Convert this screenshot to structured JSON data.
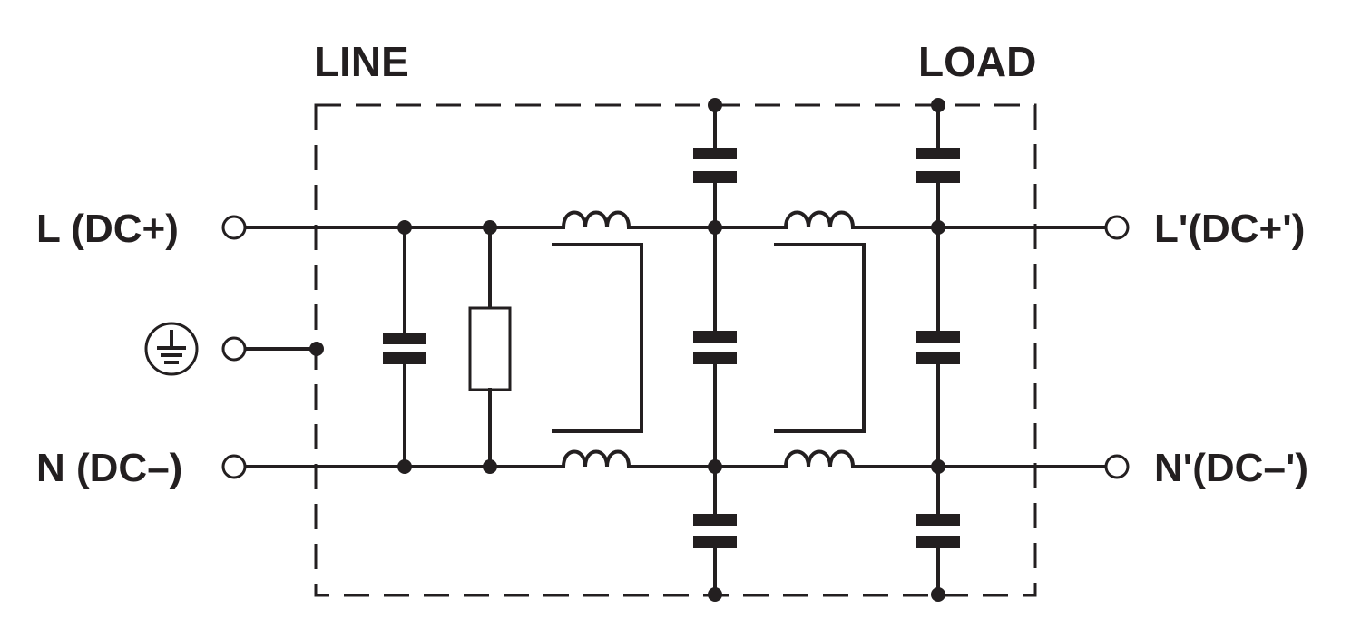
{
  "labels": {
    "line_section": "LINE",
    "load_section": "LOAD",
    "input_live": "L (DC+)",
    "input_neutral": "N (DC–)",
    "output_live": "L'(DC+')",
    "output_neutral": "N'(DC–')"
  },
  "icons": {
    "earth": "protective-earth-icon"
  },
  "colors": {
    "ink": "#231f20",
    "background": "#ffffff"
  }
}
